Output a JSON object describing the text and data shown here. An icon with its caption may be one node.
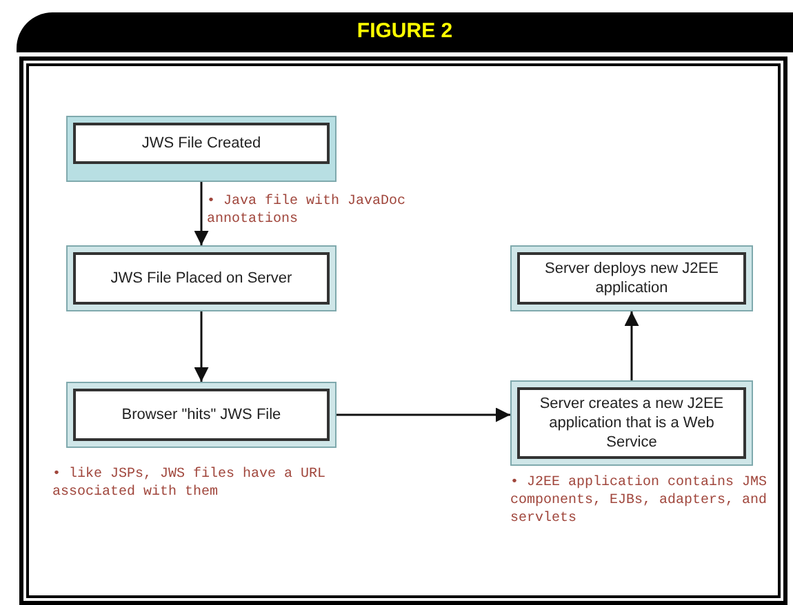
{
  "diagram": {
    "title": "FIGURE 2",
    "nodes": [
      {
        "text": [
          "JWS File Created"
        ]
      },
      {
        "text": [
          "JWS File Placed on Server"
        ]
      },
      {
        "text": [
          "Browser \"hits\" JWS File"
        ],
        "beside": [
          "• like JSPs, JWS files have a URL associated with them"
        ]
      },
      {
        "text": [
          "Server deploys new J2EE application"
        ]
      },
      {
        "text": [
          "Server creates a new J2EE application that is a Web Service"
        ],
        "beside": [
          "• J2EE application contains JMS components, EJBs, adapters, and servlets"
        ]
      }
    ],
    "edges": [
      {
        "from": 0,
        "to": 1,
        "arrow": "to",
        "label": "• Java file with JavaDoc annotations"
      },
      {
        "from": 1,
        "to": 2,
        "arrow": "to"
      },
      {
        "from": 2,
        "to": 4,
        "arrow": "to"
      },
      {
        "from": 4,
        "to": 3,
        "arrow": "to"
      }
    ]
  }
}
